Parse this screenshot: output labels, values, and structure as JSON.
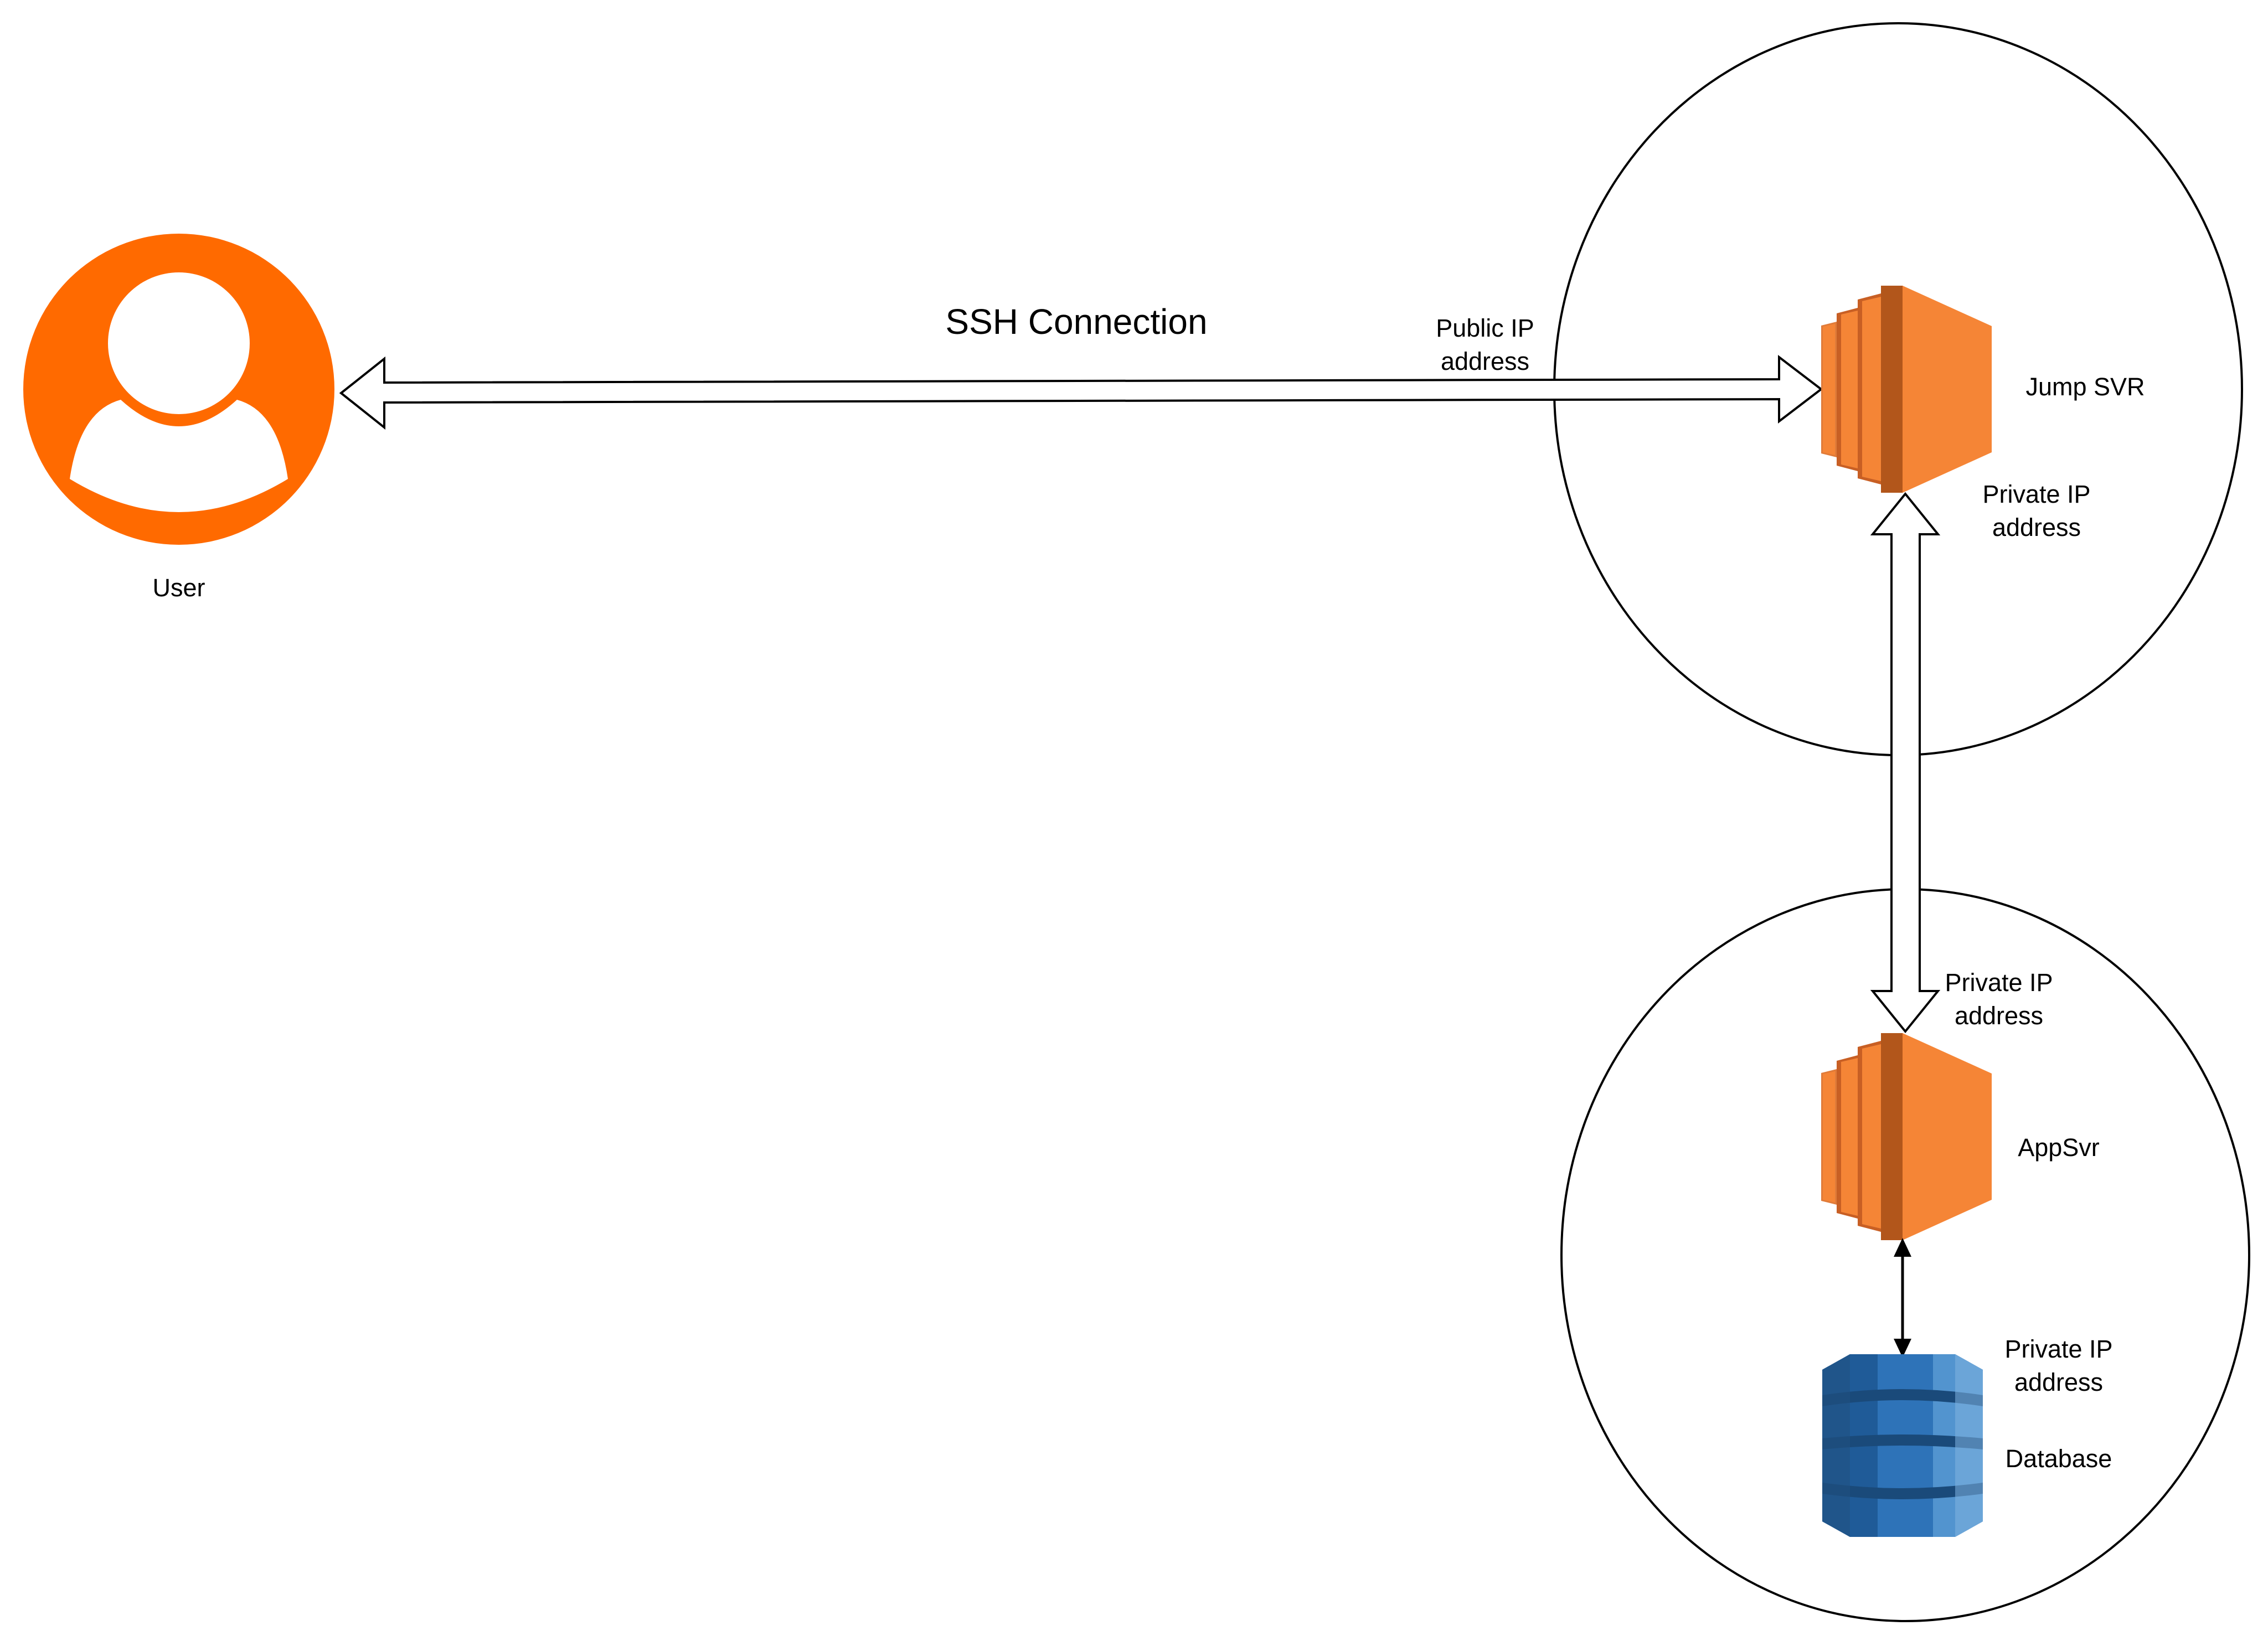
{
  "connection": {
    "title": "SSH Connection",
    "public_ip": [
      "Public IP",
      "address"
    ]
  },
  "user": {
    "label": "User",
    "icon": "user-avatar-icon",
    "color": "#FF6A00"
  },
  "jump_server": {
    "label": "Jump SVR",
    "private_ip": [
      "Private IP",
      "address"
    ],
    "icon": "ec2-instance-icon",
    "color": "#F58536"
  },
  "app_server": {
    "label": "AppSvr",
    "private_ip": [
      "Private IP",
      "address"
    ],
    "icon": "ec2-instance-icon",
    "color": "#F58536"
  },
  "database": {
    "label": "Database",
    "private_ip": [
      "Private IP",
      "address"
    ],
    "icon": "dynamodb-icon",
    "color": "#2E73B8"
  }
}
